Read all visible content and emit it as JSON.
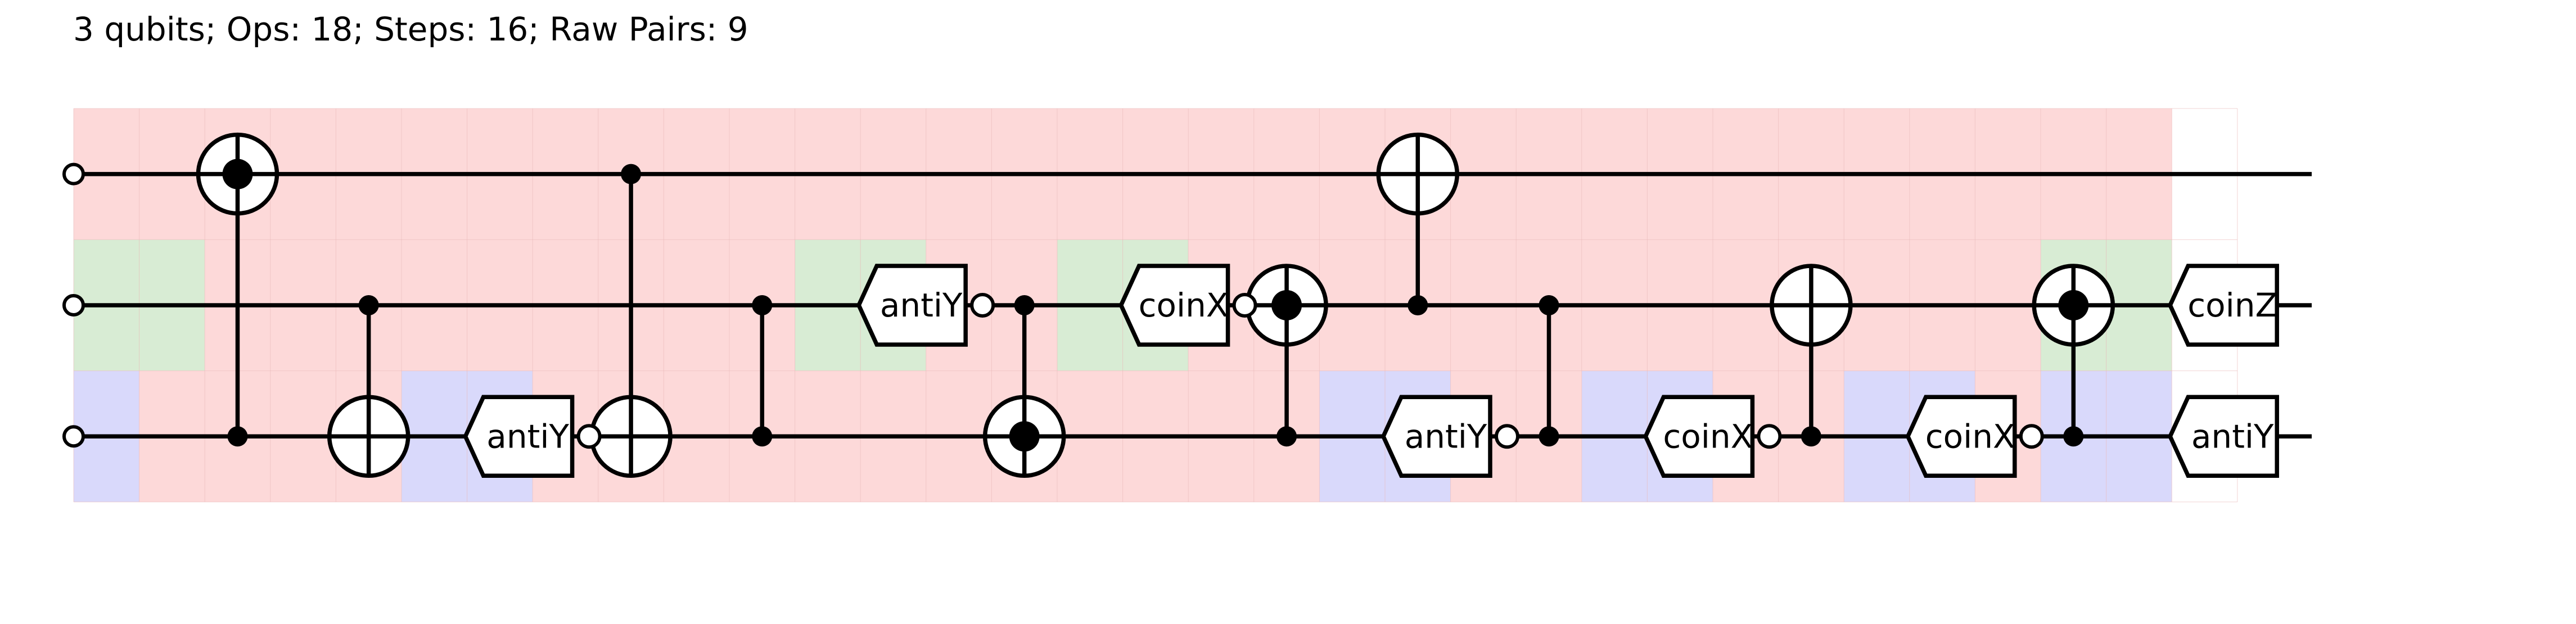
{
  "summary": {
    "text": "3 qubits; Ops: 18; Steps: 16; Raw Pairs: 9"
  },
  "colors": {
    "red_region": "#fdd9d9",
    "green_region": "#d8ecd4",
    "blue_region": "#d9d9fb",
    "grid_line": "#e9b9b9",
    "wire": "#000000",
    "gate_fill": "#ffffff"
  },
  "circuit": {
    "qubits": 3,
    "columns": 33,
    "regions": [
      {
        "q": 0,
        "c0": 0,
        "c1": 32,
        "color": "red"
      },
      {
        "q": 1,
        "c0": 0,
        "c1": 2,
        "color": "green"
      },
      {
        "q": 1,
        "c0": 2,
        "c1": 11,
        "color": "red"
      },
      {
        "q": 1,
        "c0": 11,
        "c1": 13,
        "color": "green"
      },
      {
        "q": 1,
        "c0": 13,
        "c1": 15,
        "color": "red"
      },
      {
        "q": 1,
        "c0": 15,
        "c1": 17,
        "color": "green"
      },
      {
        "q": 1,
        "c0": 17,
        "c1": 30,
        "color": "red"
      },
      {
        "q": 1,
        "c0": 30,
        "c1": 32,
        "color": "green"
      },
      {
        "q": 2,
        "c0": 0,
        "c1": 1,
        "color": "blue"
      },
      {
        "q": 2,
        "c0": 1,
        "c1": 5,
        "color": "red"
      },
      {
        "q": 2,
        "c0": 5,
        "c1": 7,
        "color": "blue"
      },
      {
        "q": 2,
        "c0": 7,
        "c1": 19,
        "color": "red"
      },
      {
        "q": 2,
        "c0": 19,
        "c1": 21,
        "color": "blue"
      },
      {
        "q": 2,
        "c0": 21,
        "c1": 23,
        "color": "red"
      },
      {
        "q": 2,
        "c0": 23,
        "c1": 25,
        "color": "blue"
      },
      {
        "q": 2,
        "c0": 25,
        "c1": 27,
        "color": "red"
      },
      {
        "q": 2,
        "c0": 27,
        "c1": 29,
        "color": "blue"
      },
      {
        "q": 2,
        "c0": 29,
        "c1": 30,
        "color": "red"
      },
      {
        "q": 2,
        "c0": 30,
        "c1": 32,
        "color": "blue"
      }
    ],
    "controlled_gates": [
      {
        "col": 2,
        "target": 0,
        "controls": [
          2
        ],
        "target_style": "oplus-dot"
      },
      {
        "col": 4,
        "target": 2,
        "controls": [
          1
        ],
        "target_style": "oplus"
      },
      {
        "col": 8,
        "target": 2,
        "controls": [
          0
        ],
        "target_style": "oplus"
      },
      {
        "col": 10,
        "target": null,
        "controls": [
          1,
          2
        ],
        "target_style": "cz"
      },
      {
        "col": 14,
        "target": 2,
        "controls": [
          1
        ],
        "target_style": "oplus-dot"
      },
      {
        "col": 18,
        "target": 1,
        "controls": [
          2
        ],
        "target_style": "oplus-dot"
      },
      {
        "col": 20,
        "target": 0,
        "controls": [
          1
        ],
        "target_style": "oplus"
      },
      {
        "col": 22,
        "target": null,
        "controls": [
          1,
          2
        ],
        "target_style": "cz"
      },
      {
        "col": 26,
        "target": 1,
        "controls": [
          2
        ],
        "target_style": "oplus"
      },
      {
        "col": 30,
        "target": 1,
        "controls": [
          2
        ],
        "target_style": "oplus-dot"
      }
    ],
    "single_gates": [
      {
        "col": 6,
        "qubit": 2,
        "label": "antiY",
        "post_circle": true
      },
      {
        "col": 12,
        "qubit": 1,
        "label": "antiY",
        "post_circle": true
      },
      {
        "col": 16,
        "qubit": 1,
        "label": "coinX",
        "post_circle": true
      },
      {
        "col": 20,
        "qubit": 2,
        "label": "antiY",
        "post_circle": true
      },
      {
        "col": 24,
        "qubit": 2,
        "label": "coinX",
        "post_circle": true
      },
      {
        "col": 28,
        "qubit": 2,
        "label": "coinX",
        "post_circle": true
      },
      {
        "col": 32,
        "qubit": 1,
        "label": "coinZ",
        "post_circle": false
      },
      {
        "col": 32,
        "qubit": 2,
        "label": "antiY",
        "post_circle": false
      }
    ]
  }
}
